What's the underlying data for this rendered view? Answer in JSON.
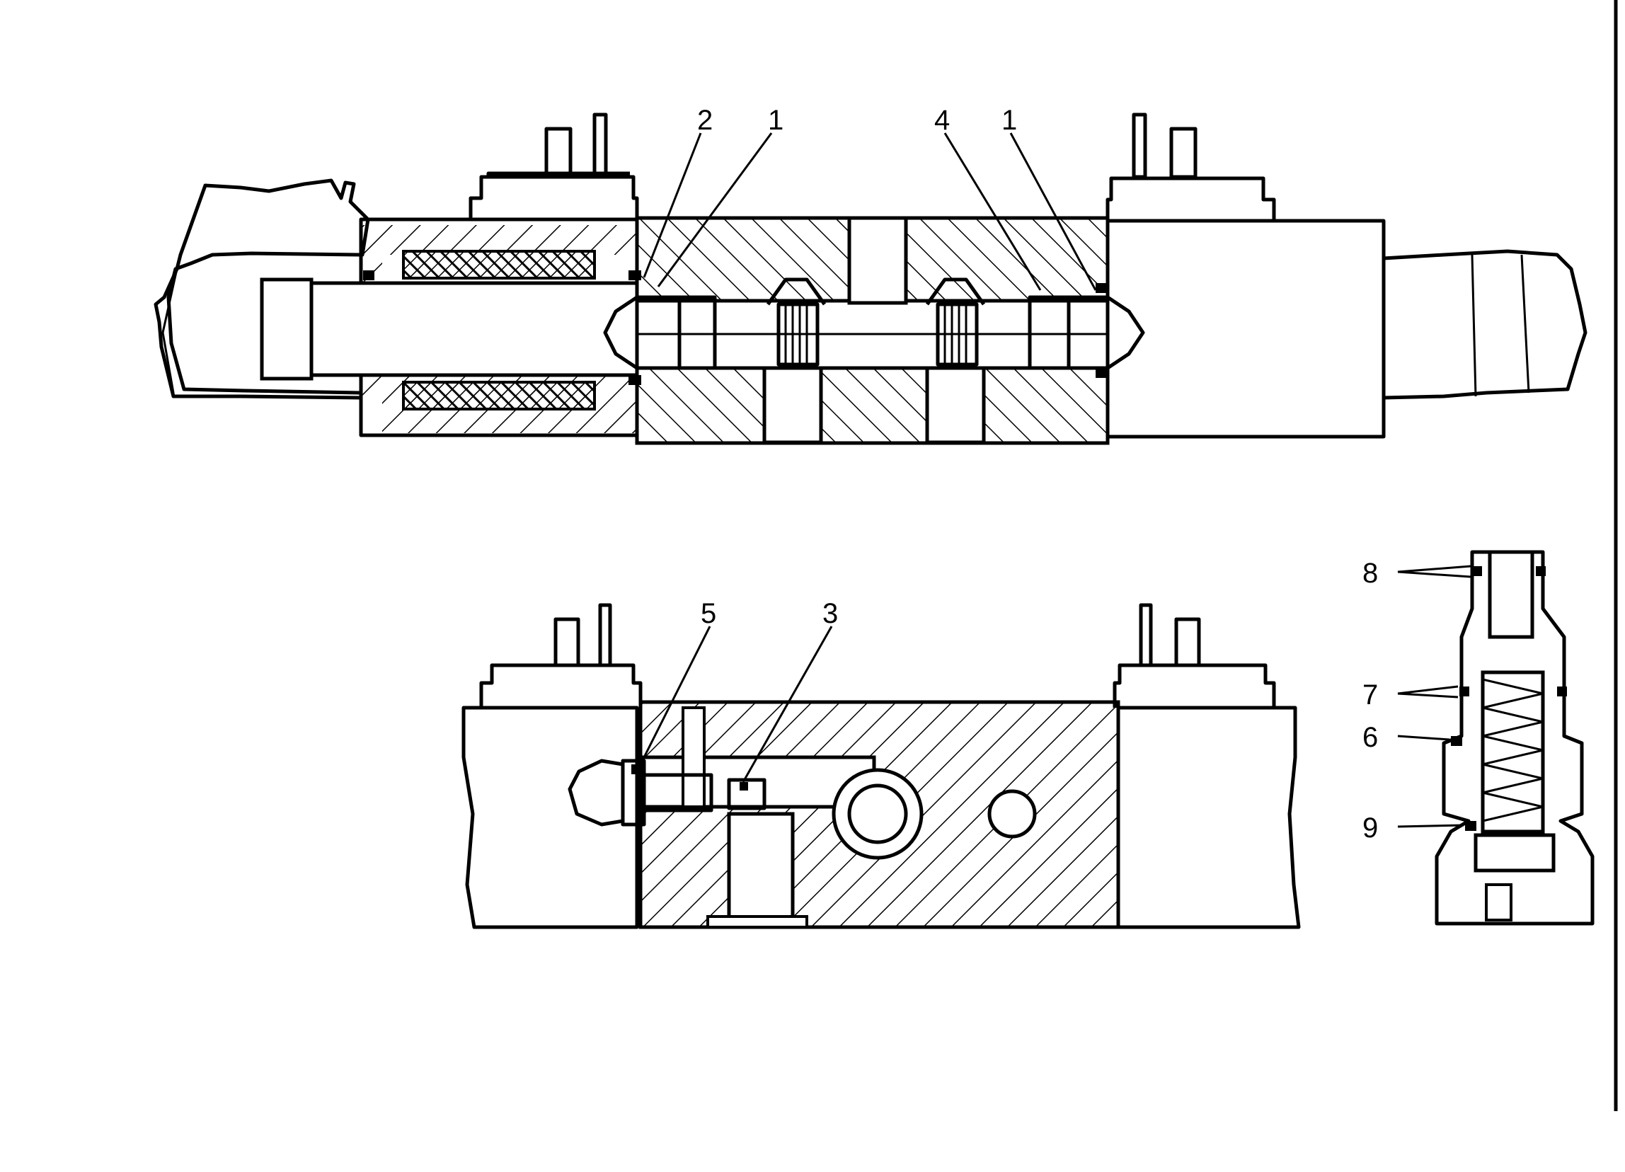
{
  "callouts": {
    "top_2": "2",
    "top_1a": "1",
    "top_4": "4",
    "top_1b": "1",
    "mid_5": "5",
    "mid_3": "3",
    "side_8": "8",
    "side_7": "7",
    "side_6": "6",
    "side_9": "9"
  },
  "colors": {
    "ink": "#000000",
    "paper": "#ffffff"
  }
}
